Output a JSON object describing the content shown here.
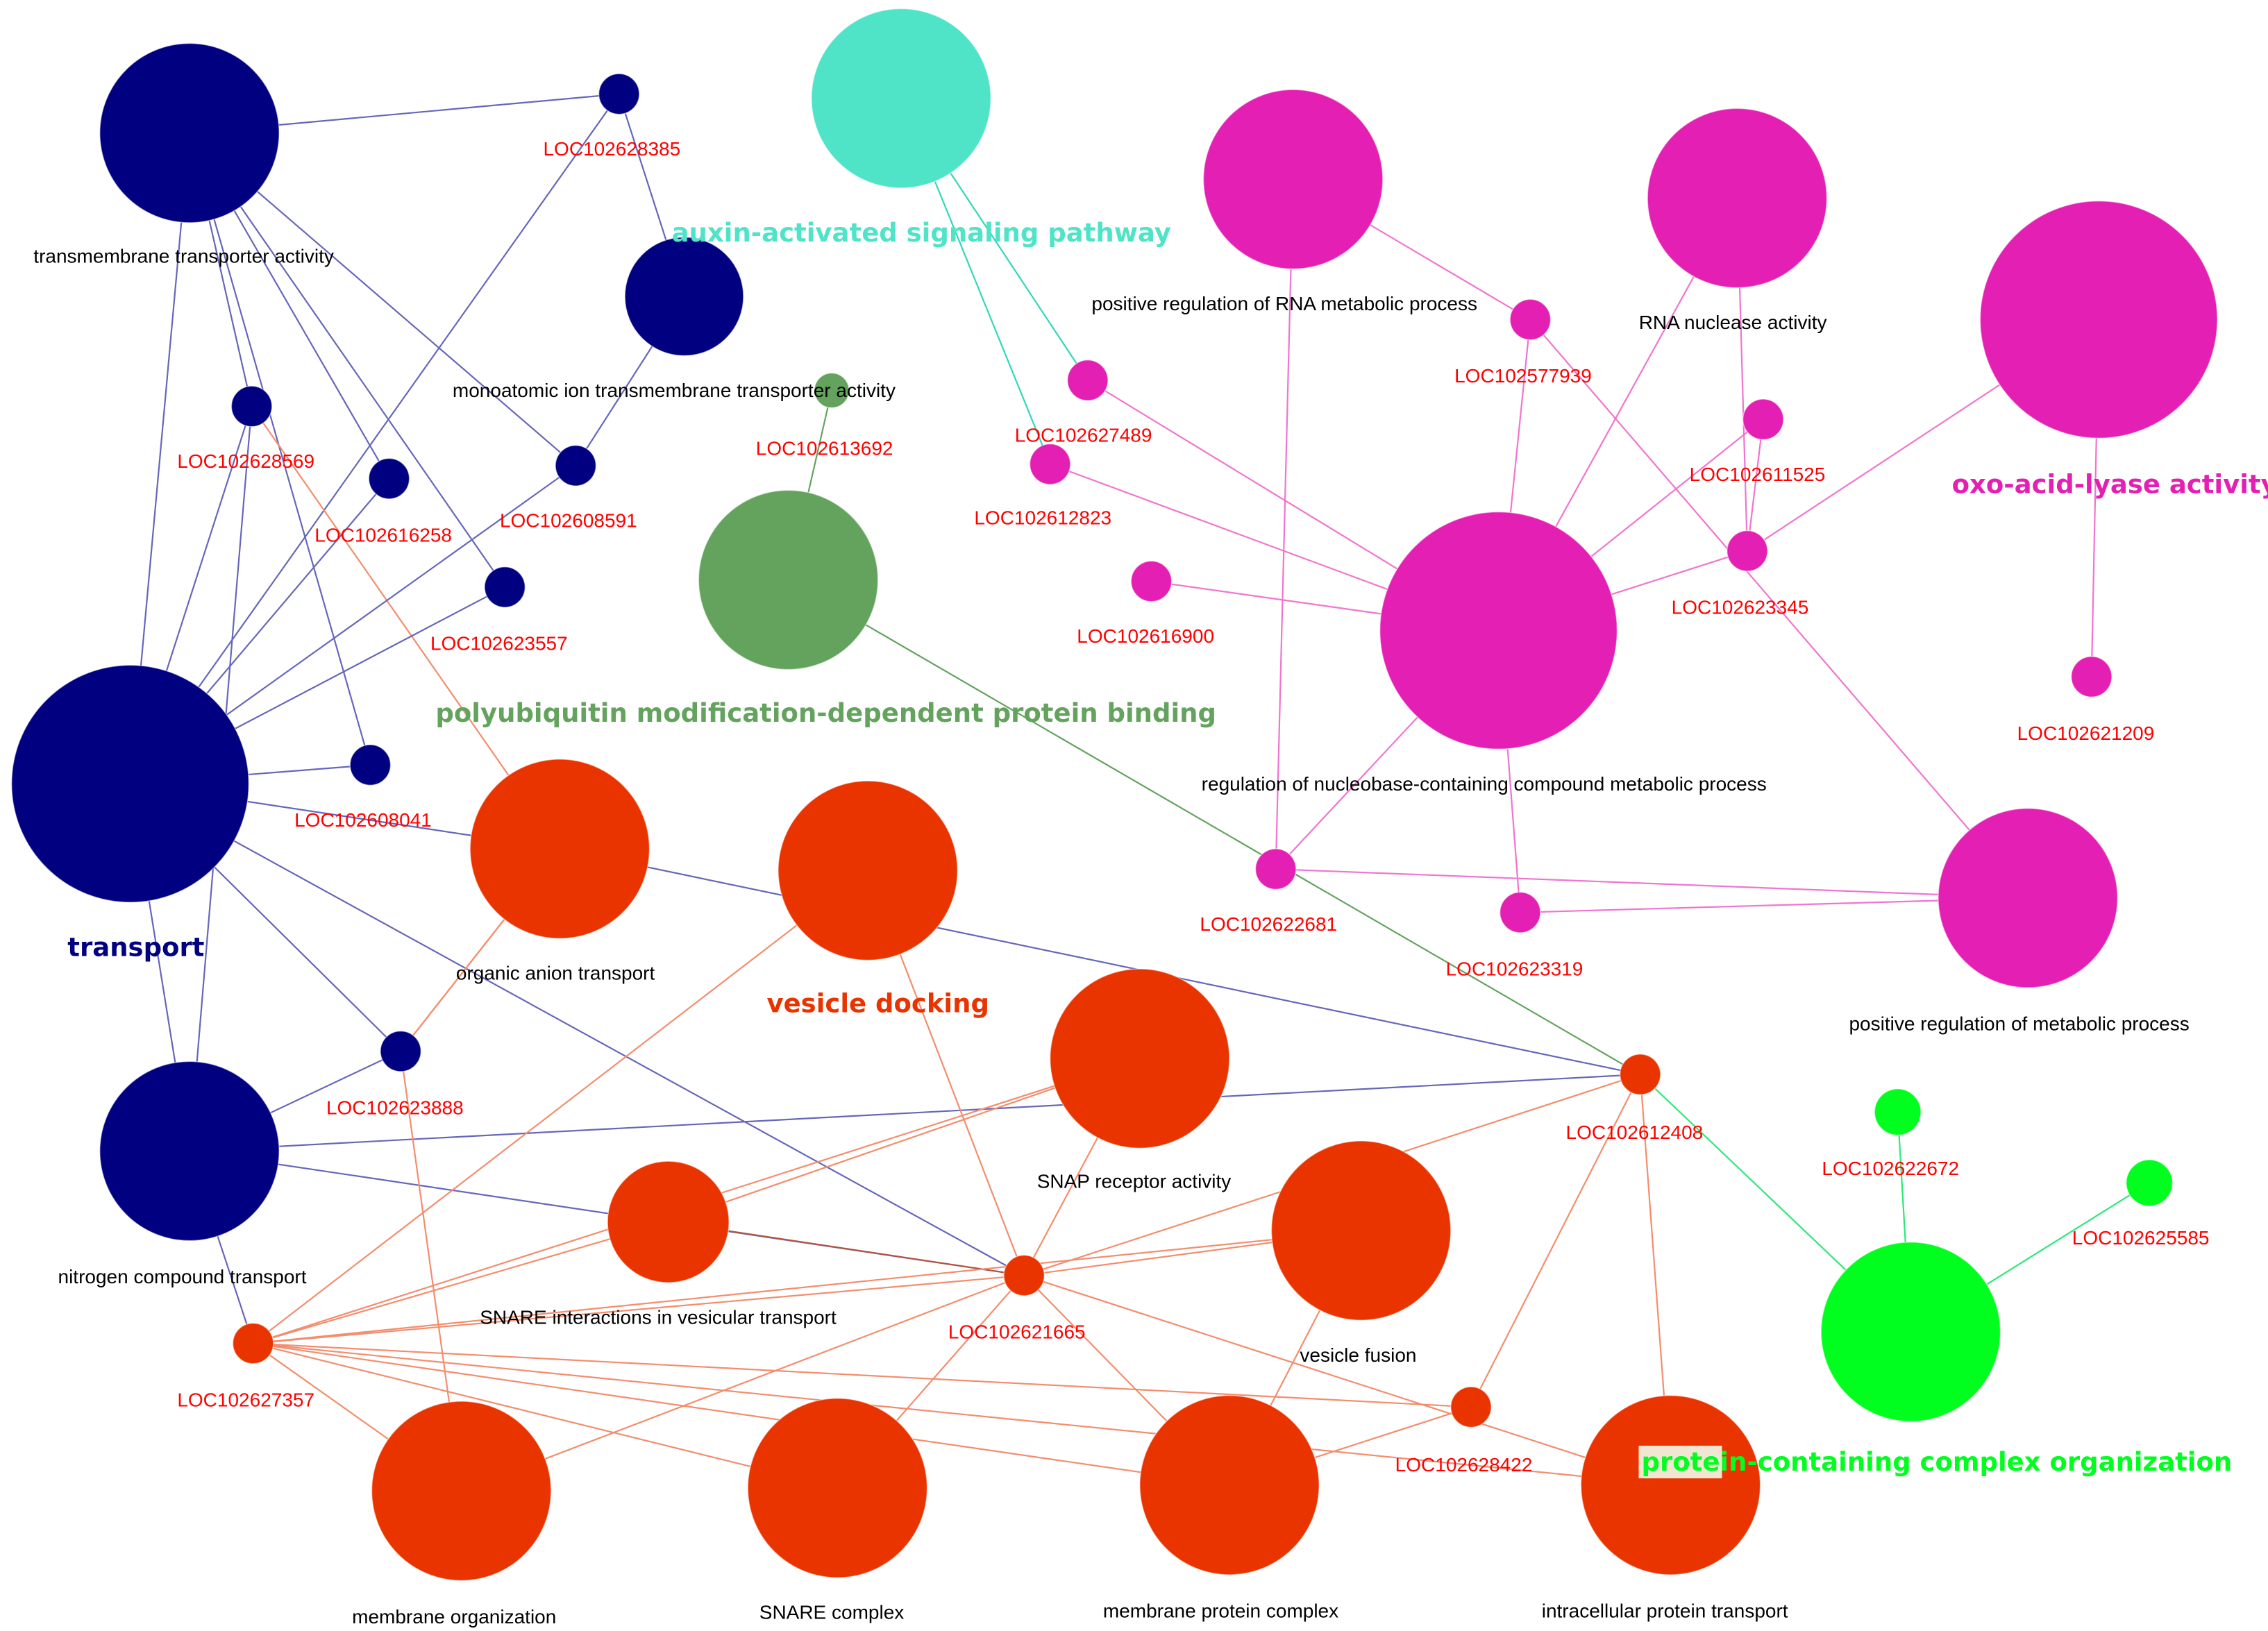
{
  "colors": {
    "navy": "#000080",
    "navy_edge": "#6666bb",
    "teal": "#4fe3c8",
    "teal_edge": "#30d8b8",
    "green_dark": "#63a35e",
    "green_dark_edge": "#63a35e",
    "magenta": "#e41fb3",
    "magenta_edge": "#f075cf",
    "orange": "#ea3400",
    "orange_edge": "#f38d6d",
    "orange_edge_dark": "#b25540",
    "green_bright": "#00ff1e",
    "green_bright_edge": "#2ee87a",
    "gene_label": "#ff0000",
    "term_label": "#000000",
    "highlight_bg": "#f0e6d2"
  },
  "nodes": [
    {
      "id": "transmembrane_transporter_activity",
      "label": "transmembrane transporter activity",
      "kind": "term",
      "group": "navy"
    },
    {
      "id": "LOC102628385",
      "label": "LOC102628385",
      "kind": "gene",
      "group": "navy"
    },
    {
      "id": "monoatomic_ion",
      "label": "monoatomic ion transmembrane transporter activity",
      "kind": "term",
      "group": "navy"
    },
    {
      "id": "LOC102628569",
      "label": "LOC102628569",
      "kind": "gene",
      "group": "navy"
    },
    {
      "id": "LOC102616258",
      "label": "LOC102616258",
      "kind": "gene",
      "group": "navy"
    },
    {
      "id": "LOC102608591",
      "label": "LOC102608591",
      "kind": "gene",
      "group": "navy"
    },
    {
      "id": "LOC102623557",
      "label": "LOC102623557",
      "kind": "gene",
      "group": "navy"
    },
    {
      "id": "transport",
      "label": "transport",
      "kind": "lead",
      "group": "navy"
    },
    {
      "id": "LOC102608041",
      "label": "LOC102608041",
      "kind": "gene",
      "group": "navy"
    },
    {
      "id": "LOC102623888",
      "label": "LOC102623888",
      "kind": "gene",
      "group": "navy"
    },
    {
      "id": "nitrogen_compound_transport",
      "label": "nitrogen compound transport",
      "kind": "term",
      "group": "navy"
    },
    {
      "id": "auxin",
      "label": "auxin-activated signaling pathway",
      "kind": "lead",
      "group": "teal"
    },
    {
      "id": "LOC102613692",
      "label": "LOC102613692",
      "kind": "gene",
      "group": "green_dark"
    },
    {
      "id": "polyubiquitin",
      "label": "polyubiquitin modification-dependent protein binding",
      "kind": "lead",
      "group": "green_dark"
    },
    {
      "id": "pos_reg_RNA",
      "label": "positive regulation of RNA metabolic process",
      "kind": "term",
      "group": "magenta"
    },
    {
      "id": "RNA_nuclease",
      "label": "RNA nuclease activity",
      "kind": "term",
      "group": "magenta"
    },
    {
      "id": "oxo_acid_lyase",
      "label": "oxo-acid-lyase activity",
      "kind": "lead",
      "group": "magenta"
    },
    {
      "id": "LOC102577939",
      "label": "LOC102577939",
      "kind": "gene",
      "group": "magenta"
    },
    {
      "id": "LOC102627489",
      "label": "LOC102627489",
      "kind": "gene",
      "group": "magenta"
    },
    {
      "id": "LOC102612823",
      "label": "LOC102612823",
      "kind": "gene",
      "group": "magenta"
    },
    {
      "id": "LOC102611525",
      "label": "LOC102611525",
      "kind": "gene",
      "group": "magenta"
    },
    {
      "id": "LOC102616900",
      "label": "LOC102616900",
      "kind": "gene",
      "group": "magenta"
    },
    {
      "id": "reg_nucleobase",
      "label": "regulation of nucleobase-containing compound metabolic process",
      "kind": "term",
      "group": "magenta"
    },
    {
      "id": "LOC102623345",
      "label": "LOC102623345",
      "kind": "gene",
      "group": "magenta"
    },
    {
      "id": "LOC102621209",
      "label": "LOC102621209",
      "kind": "gene",
      "group": "magenta"
    },
    {
      "id": "LOC102622681",
      "label": "LOC102622681",
      "kind": "gene",
      "group": "magenta"
    },
    {
      "id": "LOC102623319",
      "label": "LOC102623319",
      "kind": "gene",
      "group": "magenta"
    },
    {
      "id": "pos_reg_metabolic",
      "label": "positive regulation of metabolic process",
      "kind": "term",
      "group": "magenta"
    },
    {
      "id": "organic_anion_transport",
      "label": "organic anion transport",
      "kind": "term",
      "group": "orange"
    },
    {
      "id": "vesicle_docking",
      "label": "vesicle docking",
      "kind": "lead",
      "group": "orange"
    },
    {
      "id": "SNAP_receptor",
      "label": "SNAP receptor activity",
      "kind": "term",
      "group": "orange"
    },
    {
      "id": "LOC102612408",
      "label": "LOC102612408",
      "kind": "gene",
      "group": "orange"
    },
    {
      "id": "SNARE_interactions",
      "label": "SNARE interactions in vesicular transport",
      "kind": "term",
      "group": "orange"
    },
    {
      "id": "LOC102621665",
      "label": "LOC102621665",
      "kind": "gene",
      "group": "orange"
    },
    {
      "id": "vesicle_fusion",
      "label": "vesicle fusion",
      "kind": "term",
      "group": "orange"
    },
    {
      "id": "LOC102627357",
      "label": "LOC102627357",
      "kind": "gene",
      "group": "orange"
    },
    {
      "id": "LOC102628422",
      "label": "LOC102628422",
      "kind": "gene",
      "group": "orange"
    },
    {
      "id": "membrane_organization",
      "label": "membrane organization",
      "kind": "term",
      "group": "orange"
    },
    {
      "id": "SNARE_complex",
      "label": "SNARE complex",
      "kind": "term",
      "group": "orange"
    },
    {
      "id": "membrane_protein_complex",
      "label": "membrane protein complex",
      "kind": "term",
      "group": "orange"
    },
    {
      "id": "intracellular_protein_transport",
      "label": "intracellular protein transport",
      "kind": "term",
      "group": "orange"
    },
    {
      "id": "LOC102622672",
      "label": "LOC102622672",
      "kind": "gene",
      "group": "green_bright"
    },
    {
      "id": "LOC102625585",
      "label": "LOC102625585",
      "kind": "gene",
      "group": "green_bright"
    },
    {
      "id": "protein_containing_complex",
      "label": "protein-containing complex organization",
      "kind": "lead",
      "group": "green_bright"
    }
  ],
  "edges": [
    [
      "transmembrane_transporter_activity",
      "LOC102628385",
      "navy_edge"
    ],
    [
      "transmembrane_transporter_activity",
      "LOC102628569",
      "navy_edge"
    ],
    [
      "transmembrane_transporter_activity",
      "LOC102616258",
      "navy_edge"
    ],
    [
      "transmembrane_transporter_activity",
      "LOC102608591",
      "navy_edge"
    ],
    [
      "transmembrane_transporter_activity",
      "LOC102623557",
      "navy_edge"
    ],
    [
      "transmembrane_transporter_activity",
      "LOC102608041",
      "navy_edge"
    ],
    [
      "transmembrane_transporter_activity",
      "transport",
      "navy_edge"
    ],
    [
      "LOC102628385",
      "monoatomic_ion",
      "navy_edge"
    ],
    [
      "LOC102628385",
      "transport",
      "navy_edge"
    ],
    [
      "monoatomic_ion",
      "LOC102608591",
      "navy_edge"
    ],
    [
      "LOC102628569",
      "transport",
      "navy_edge"
    ],
    [
      "LOC102628569",
      "nitrogen_compound_transport",
      "navy_edge"
    ],
    [
      "LOC102628569",
      "organic_anion_transport",
      "orange_edge"
    ],
    [
      "LOC102616258",
      "transport",
      "navy_edge"
    ],
    [
      "LOC102608591",
      "transport",
      "navy_edge"
    ],
    [
      "LOC102623557",
      "transport",
      "navy_edge"
    ],
    [
      "transport",
      "LOC102608041",
      "navy_edge"
    ],
    [
      "transport",
      "organic_anion_transport",
      "navy_edge"
    ],
    [
      "transport",
      "nitrogen_compound_transport",
      "navy_edge"
    ],
    [
      "transport",
      "LOC102623888",
      "navy_edge"
    ],
    [
      "transport",
      "LOC102621665",
      "navy_edge"
    ],
    [
      "organic_anion_transport",
      "LOC102612408",
      "navy_edge"
    ],
    [
      "organic_anion_transport",
      "LOC102623888",
      "orange_edge"
    ],
    [
      "nitrogen_compound_transport",
      "LOC102623888",
      "navy_edge"
    ],
    [
      "nitrogen_compound_transport",
      "LOC102612408",
      "navy_edge"
    ],
    [
      "nitrogen_compound_transport",
      "LOC102621665",
      "navy_edge"
    ],
    [
      "nitrogen_compound_transport",
      "LOC102627357",
      "navy_edge"
    ],
    [
      "LOC102623888",
      "membrane_organization",
      "orange_edge"
    ],
    [
      "auxin",
      "LOC102627489",
      "teal_edge"
    ],
    [
      "auxin",
      "LOC102612823",
      "teal_edge"
    ],
    [
      "LOC102613692",
      "polyubiquitin",
      "green_dark_edge"
    ],
    [
      "polyubiquitin",
      "LOC102612408",
      "green_dark_edge"
    ],
    [
      "pos_reg_RNA",
      "LOC102577939",
      "magenta_edge"
    ],
    [
      "pos_reg_RNA",
      "LOC102622681",
      "magenta_edge"
    ],
    [
      "LOC102627489",
      "reg_nucleobase",
      "magenta_edge"
    ],
    [
      "LOC102612823",
      "reg_nucleobase",
      "magenta_edge"
    ],
    [
      "LOC102616900",
      "reg_nucleobase",
      "magenta_edge"
    ],
    [
      "LOC102577939",
      "reg_nucleobase",
      "magenta_edge"
    ],
    [
      "LOC102577939",
      "pos_reg_metabolic",
      "magenta_edge"
    ],
    [
      "RNA_nuclease",
      "reg_nucleobase",
      "magenta_edge"
    ],
    [
      "RNA_nuclease",
      "LOC102623345",
      "magenta_edge"
    ],
    [
      "LOC102611525",
      "LOC102623345",
      "magenta_edge"
    ],
    [
      "reg_nucleobase",
      "LOC102611525",
      "magenta_edge"
    ],
    [
      "reg_nucleobase",
      "LOC102623345",
      "magenta_edge"
    ],
    [
      "reg_nucleobase",
      "LOC102622681",
      "magenta_edge"
    ],
    [
      "reg_nucleobase",
      "LOC102623319",
      "magenta_edge"
    ],
    [
      "oxo_acid_lyase",
      "LOC102623345",
      "magenta_edge"
    ],
    [
      "oxo_acid_lyase",
      "LOC102621209",
      "magenta_edge"
    ],
    [
      "LOC102622681",
      "pos_reg_metabolic",
      "magenta_edge"
    ],
    [
      "LOC102623319",
      "pos_reg_metabolic",
      "magenta_edge"
    ],
    [
      "vesicle_docking",
      "LOC102621665",
      "orange_edge"
    ],
    [
      "organic_anion_transport",
      "LOC102623888",
      "orange_edge"
    ],
    [
      "SNAP_receptor",
      "LOC102621665",
      "orange_edge"
    ],
    [
      "SNAP_receptor",
      "SNARE_interactions",
      "orange_edge"
    ],
    [
      "SNAP_receptor",
      "LOC102627357",
      "orange_edge"
    ],
    [
      "LOC102612408",
      "LOC102621665",
      "orange_edge"
    ],
    [
      "LOC102612408",
      "LOC102628422",
      "orange_edge"
    ],
    [
      "LOC102612408",
      "intracellular_protein_transport",
      "orange_edge"
    ],
    [
      "LOC102612408",
      "protein_containing_complex",
      "green_bright_edge"
    ],
    [
      "SNARE_interactions",
      "LOC102621665",
      "orange_edge_dark"
    ],
    [
      "SNARE_interactions",
      "LOC102627357",
      "orange_edge"
    ],
    [
      "vesicle_docking",
      "LOC102627357",
      "orange_edge"
    ],
    [
      "LOC102621665",
      "vesicle_fusion",
      "orange_edge"
    ],
    [
      "LOC102621665",
      "SNARE_complex",
      "orange_edge"
    ],
    [
      "LOC102621665",
      "membrane_protein_complex",
      "orange_edge"
    ],
    [
      "LOC102621665",
      "membrane_organization",
      "orange_edge"
    ],
    [
      "LOC102621665",
      "LOC102627357",
      "orange_edge"
    ],
    [
      "LOC102621665",
      "intracellular_protein_transport",
      "orange_edge"
    ],
    [
      "vesicle_fusion",
      "LOC102627357",
      "orange_edge"
    ],
    [
      "vesicle_fusion",
      "membrane_protein_complex",
      "orange_edge"
    ],
    [
      "LOC102627357",
      "membrane_organization",
      "orange_edge"
    ],
    [
      "LOC102627357",
      "SNARE_complex",
      "orange_edge"
    ],
    [
      "LOC102627357",
      "membrane_protein_complex",
      "orange_edge"
    ],
    [
      "LOC102627357",
      "LOC102628422",
      "orange_edge"
    ],
    [
      "LOC102627357",
      "intracellular_protein_transport",
      "orange_edge"
    ],
    [
      "LOC102628422",
      "membrane_protein_complex",
      "orange_edge"
    ],
    [
      "LOC102622672",
      "protein_containing_complex",
      "green_bright_edge"
    ],
    [
      "LOC102625585",
      "protein_containing_complex",
      "green_bright_edge"
    ]
  ]
}
